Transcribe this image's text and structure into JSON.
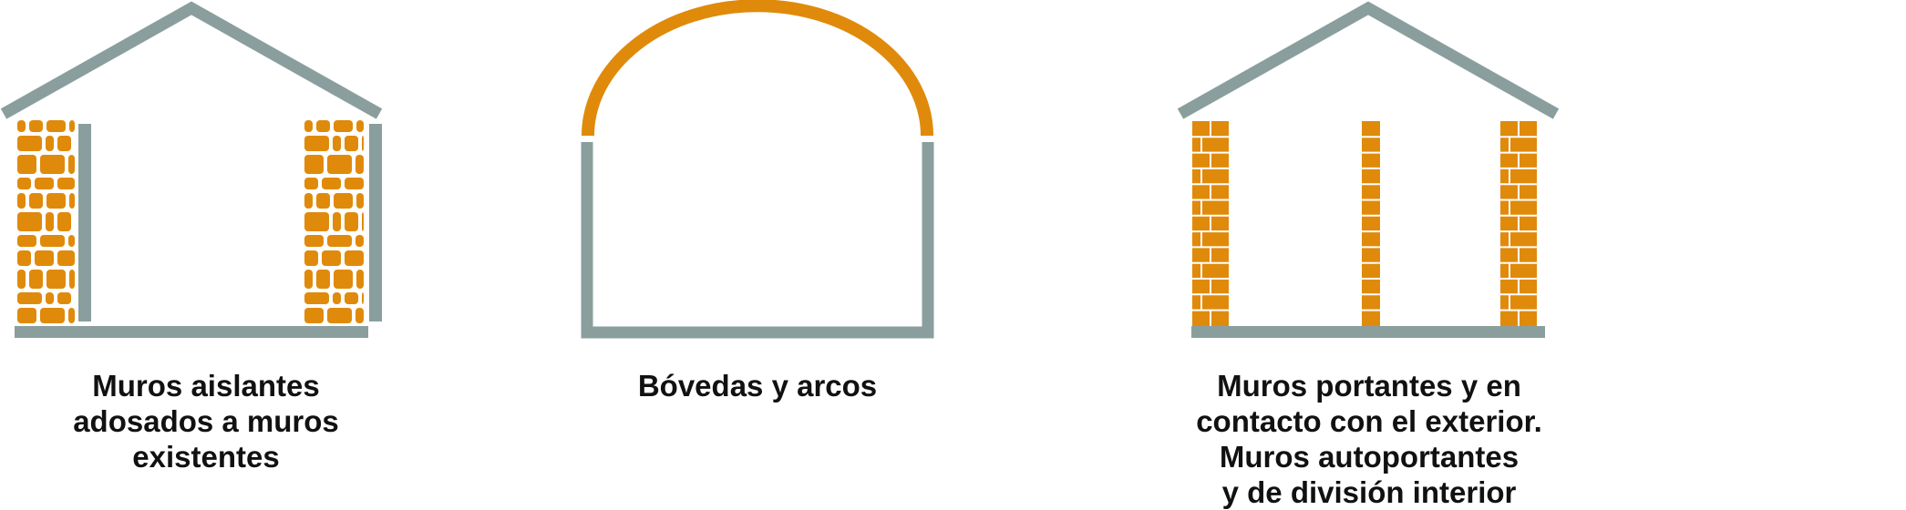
{
  "colors": {
    "grey": "#8a9e9e",
    "orange": "#e08a0b"
  },
  "panels": [
    {
      "id": "stone",
      "caption": [
        "Muros aislantes",
        "adosados a muros",
        "existentes"
      ]
    },
    {
      "id": "vault",
      "caption": [
        "Bóvedas y arcos"
      ]
    },
    {
      "id": "brick",
      "caption": [
        "Muros portantes y en",
        "contacto con el exterior.",
        "Muros autoportantes",
        "y de división interior"
      ]
    }
  ]
}
